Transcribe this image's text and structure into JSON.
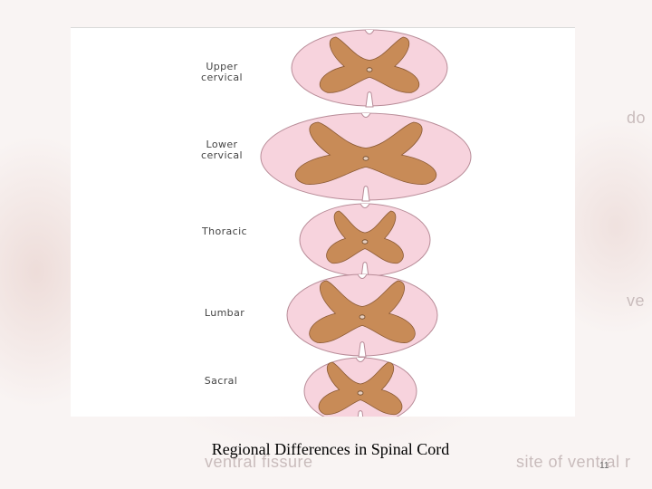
{
  "slide": {
    "caption": "Regional Differences in Spinal Cord",
    "page_number": "11",
    "background_words": [
      "do",
      "ve",
      "ventral fissure",
      "site of ventral r"
    ]
  },
  "sections": [
    {
      "label": "Upper\ncervical"
    },
    {
      "label": "Lower\ncervical"
    },
    {
      "label": "Thoracic"
    },
    {
      "label": "Lumbar"
    },
    {
      "label": "Sacral"
    }
  ],
  "colors": {
    "white_matter": "#f7d3dd",
    "white_matter_edge": "#b88c98",
    "grey_matter": "#c88b57",
    "grey_matter_edge": "#8a5a35"
  }
}
